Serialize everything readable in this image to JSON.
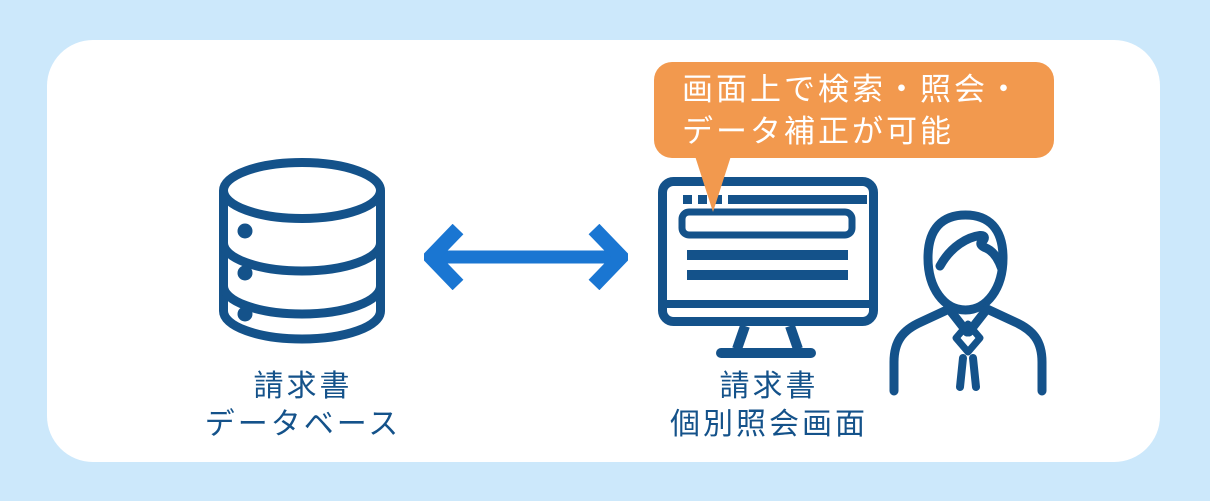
{
  "colors": {
    "bg": "#cce8fb",
    "card": "#ffffff",
    "navy": "#14528a",
    "arrow_blue": "#1a76d2",
    "callout_orange": "#f2994e",
    "text_white": "#ffffff"
  },
  "callout": {
    "line1": "画面上で検索・照会・",
    "line2": "データ補正が可能"
  },
  "database": {
    "icon": "database-icon",
    "label_line1": "請求書",
    "label_line2": "データベース"
  },
  "connector": {
    "icon": "double-headed-arrow-icon"
  },
  "screen": {
    "icon": "monitor-icon",
    "label_line1": "請求書",
    "label_line2": "個別照会画面"
  },
  "user": {
    "icon": "person-icon"
  }
}
